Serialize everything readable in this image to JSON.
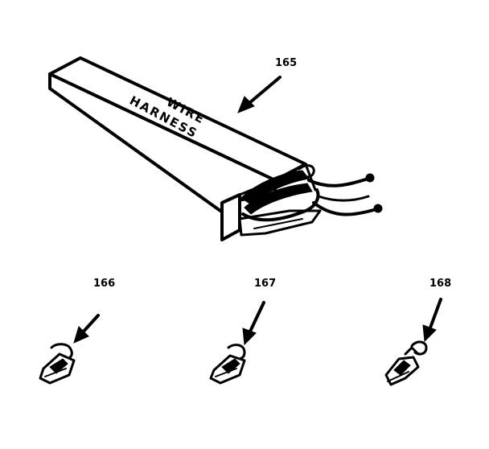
{
  "diagram": {
    "box_text_line1": "WIRE",
    "box_text_line2": "HARNESS",
    "callouts": [
      {
        "id": "165",
        "label": "165"
      },
      {
        "id": "166",
        "label": "166"
      },
      {
        "id": "167",
        "label": "167"
      },
      {
        "id": "168",
        "label": "168"
      }
    ],
    "colors": {
      "ink": "#000000",
      "paper": "#ffffff"
    }
  }
}
